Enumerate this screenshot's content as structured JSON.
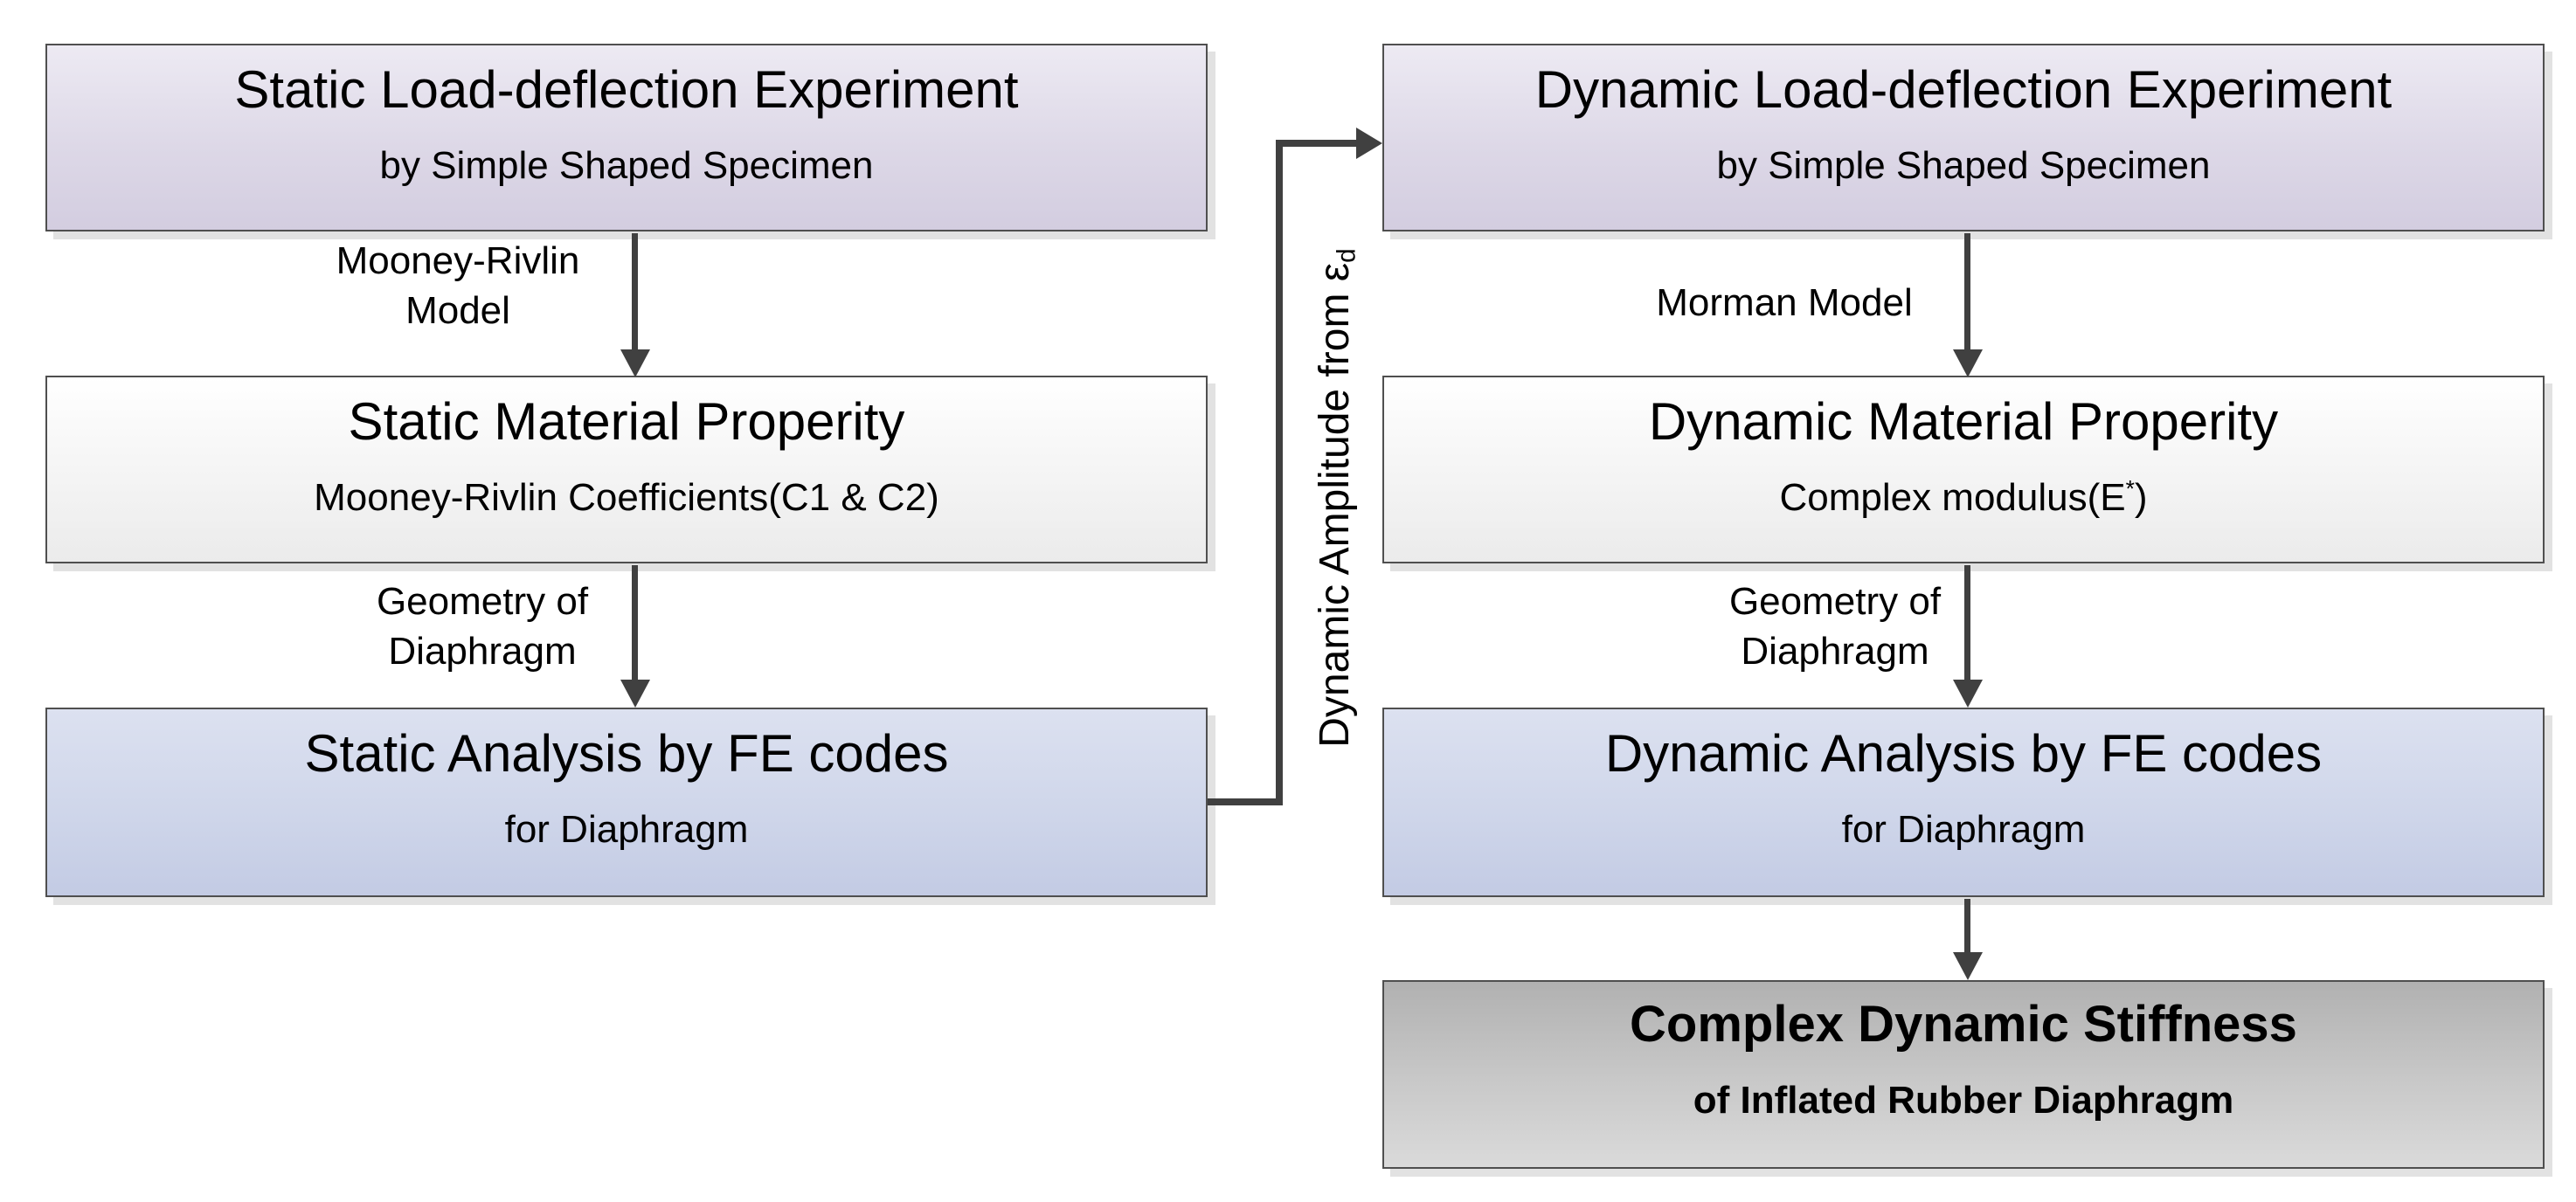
{
  "boxes": {
    "static_experiment": {
      "title": "Static Load-deflection Experiment",
      "subtitle": "by Simple Shaped Specimen"
    },
    "static_material": {
      "title": "Static Material Properity",
      "subtitle": "Mooney-Rivlin Coefficients(C1 & C2)"
    },
    "static_analysis": {
      "title": "Static Analysis by FE codes",
      "subtitle": "for Diaphragm"
    },
    "dynamic_experiment": {
      "title": "Dynamic Load-deflection Experiment",
      "subtitle": "by Simple Shaped Specimen"
    },
    "dynamic_material": {
      "title": "Dynamic Material Properity",
      "subtitle_pre": "Complex modulus(E",
      "subtitle_sup": "*",
      "subtitle_post": ")"
    },
    "dynamic_analysis": {
      "title": "Dynamic Analysis by FE codes",
      "subtitle": "for Diaphragm"
    },
    "complex_stiffness": {
      "title": "Complex Dynamic Stiffness",
      "subtitle": "of Inflated Rubber Diaphragm"
    }
  },
  "labels": {
    "mooney_rivlin": {
      "line1": "Mooney-Rivlin",
      "line2": "Model"
    },
    "geometry_left": {
      "line1": "Geometry of",
      "line2": "Diaphragm"
    },
    "morman": {
      "line1": "Morman Model"
    },
    "geometry_right": {
      "line1": "Geometry of",
      "line2": "Diaphragm"
    },
    "dynamic_amplitude": {
      "text": "Dynamic Amplitude from ε",
      "subscript": "d"
    }
  },
  "colors": {
    "lavender_box_top": "#edeaf3",
    "lavender_box_bottom": "#d3cde0",
    "white_box_top": "#ffffff",
    "white_box_bottom": "#ebebeb",
    "blue_box_top": "#dce1f0",
    "blue_box_bottom": "#c3cbe4",
    "gray_box_top": "#b1b1b1",
    "gray_box_bottom": "#dadada",
    "box_border": "#4f4f4f",
    "arrow": "#404040",
    "shadow": "#e2e2e2",
    "text": "#000000"
  }
}
